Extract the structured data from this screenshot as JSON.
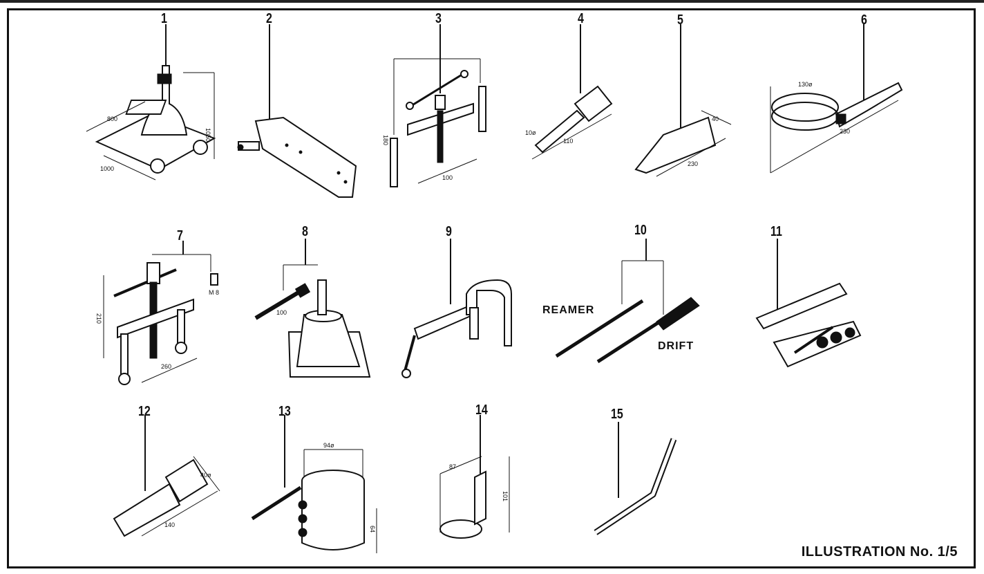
{
  "tools": [
    {
      "number": "1"
    },
    {
      "number": "2"
    },
    {
      "number": "3"
    },
    {
      "number": "4"
    },
    {
      "number": "5"
    },
    {
      "number": "6"
    },
    {
      "number": "7"
    },
    {
      "number": "8"
    },
    {
      "number": "9"
    },
    {
      "number": "10"
    },
    {
      "number": "11"
    },
    {
      "number": "12"
    },
    {
      "number": "13"
    },
    {
      "number": "14"
    },
    {
      "number": "15"
    }
  ],
  "dimensions": {
    "t1": [
      "800",
      "1000",
      "1050"
    ],
    "t3": [
      "180",
      "100"
    ],
    "t4": [
      "10ø",
      "110"
    ],
    "t5": [
      "40",
      "230"
    ],
    "t6": [
      "130ø",
      "230"
    ],
    "t7": [
      "210",
      "260",
      "M 8"
    ],
    "t8": [
      "100"
    ],
    "t12": [
      "40ø",
      "140"
    ],
    "t13": [
      "94ø",
      "64"
    ],
    "t14": [
      "87",
      "101"
    ]
  },
  "labels": {
    "reamer": "REAMER",
    "drift": "DRIFT"
  },
  "caption": "ILLUSTRATION No. 1/5"
}
